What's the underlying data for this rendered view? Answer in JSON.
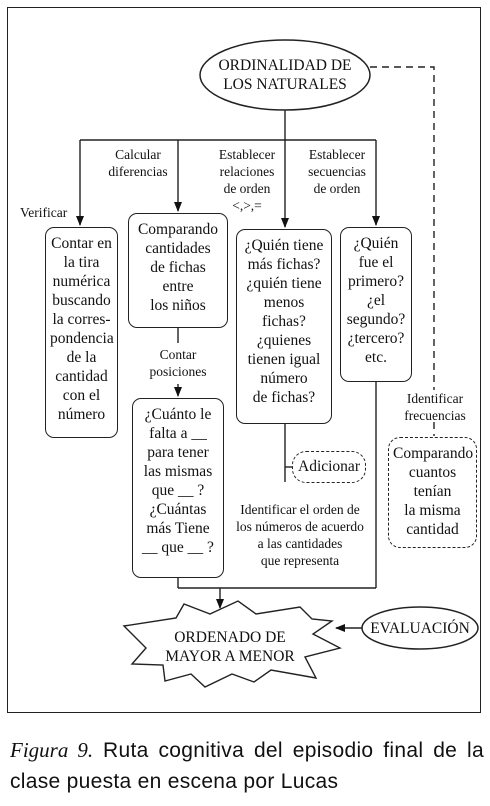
{
  "diagram": {
    "root": "ORDINALIDAD DE\nLOS NATURALES",
    "evaluation": "EVALUACIÓN",
    "result": "ORDENADO DE\nMAYOR A MENOR",
    "edge_labels": {
      "verificar": "Verificar",
      "calcular": "Calcular\ndiferencias",
      "relaciones": "Establecer\nrelaciones\nde orden\n<,>,=",
      "secuencias": "Establecer\nsecuencias\nde orden",
      "contar_posiciones": "Contar\nposiciones",
      "identificar_frecuencias": "Identificar\nfrecuencias",
      "identificar_orden": "Identificar el orden de\nlos números de acuerdo\na las cantidades\nque representa"
    },
    "boxes": {
      "tira": "Contar en\nla tira\nnumérica\nbuscando\nla corres-\npondencia\nde la\ncantidad\ncon el\nnúmero",
      "comparando_fichas": "Comparando\ncantidades\nde fichas\nentre\nlos niños",
      "quien_tiene": "¿Quién tiene\nmás fichas?\n¿quién tiene\nmenos\nfichas?\n¿quienes\ntienen igual\nnúmero\nde fichas?",
      "quien_fue": "¿Quién\nfue el\nprimero?\n¿el\nsegundo?\n¿tercero?\netc.",
      "cuanto_falta": "¿Cuánto le\nfalta a __\npara tener\nlas mismas\nque __ ?\n¿Cuántas\nmás Tiene\n__ que __ ?",
      "adicionar": "Adicionar",
      "comparando_cuantos": "Comparando\ncuantos\ntenían\nla misma\ncantidad"
    }
  },
  "caption": {
    "figure": "Figura 9.",
    "text": " Ruta cognitiva del episodio final de la clase puesta en escena por Lucas"
  }
}
